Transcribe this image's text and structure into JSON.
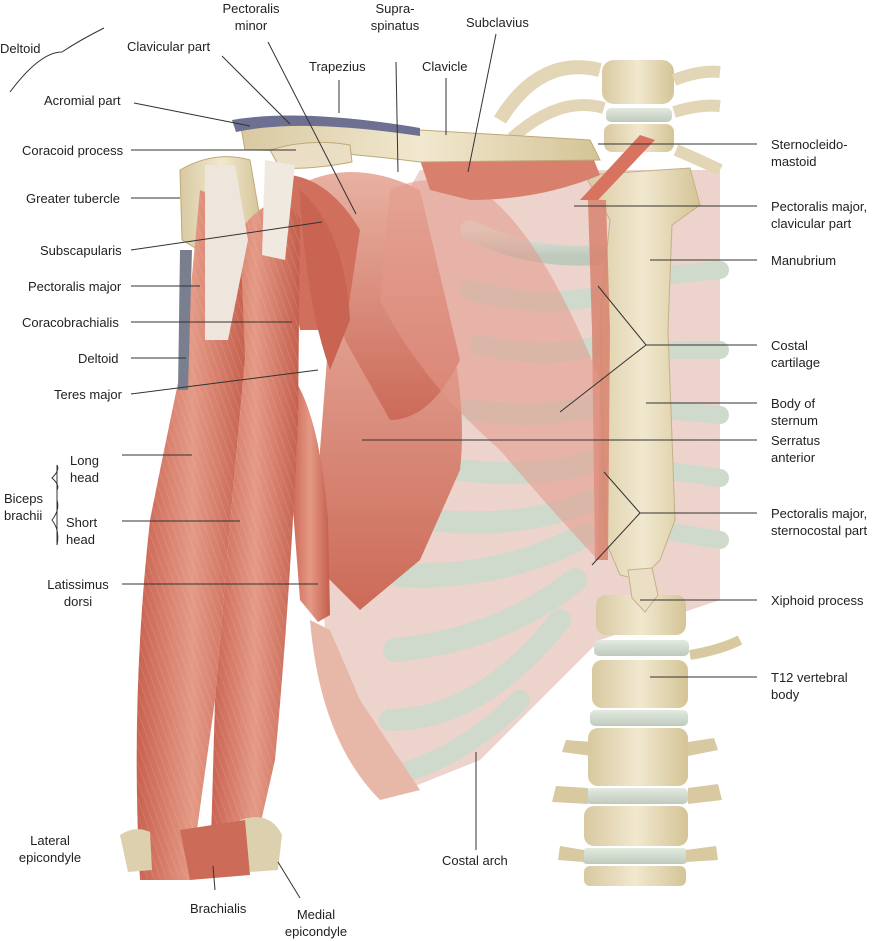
{
  "colors": {
    "muscle": "#d9806e",
    "muscle_dark": "#b9584a",
    "tendon": "#ece3da",
    "bone": "#e7dcbf",
    "bone_dark": "#c9b98e",
    "cartilage": "#d4ded2",
    "leader": "#333333",
    "text": "#222222"
  },
  "labels": {
    "deltoid_group": "Deltoid",
    "acromial_part": "Acromial part",
    "clavicular_part": "Clavicular part",
    "pectoralis_minor": [
      "Pectoralis",
      "minor"
    ],
    "trapezius": "Trapezius",
    "supraspinatus": [
      "Supra-",
      "spinatus"
    ],
    "clavicle": "Clavicle",
    "subclavius": "Subclavius",
    "coracoid_process": "Coracoid process",
    "greater_tubercle": "Greater tubercle",
    "subscapularis": "Subscapularis",
    "pectoralis_major_left": "Pectoralis major",
    "coracobrachialis": "Coracobrachialis",
    "deltoid": "Deltoid",
    "teres_major": "Teres major",
    "biceps_brachii": [
      "Biceps",
      "brachii"
    ],
    "long_head": [
      "Long",
      "head"
    ],
    "short_head": [
      "Short",
      "head"
    ],
    "latissimus_dorsi": [
      "Latissimus",
      "dorsi"
    ],
    "lateral_epicondyle": [
      "Lateral",
      "epicondyle"
    ],
    "brachialis": "Brachialis",
    "medial_epicondyle": [
      "Medial",
      "epicondyle"
    ],
    "costal_arch": "Costal arch",
    "sternocleidomastoid": [
      "Sternocleido-",
      "mastoid"
    ],
    "pectoralis_major_clavicular": [
      "Pectoralis major,",
      "clavicular part"
    ],
    "manubrium": "Manubrium",
    "costal_cartilage": [
      "Costal",
      "cartilage"
    ],
    "body_of_sternum": [
      "Body of",
      "sternum"
    ],
    "serratus_anterior": [
      "Serratus",
      "anterior"
    ],
    "pectoralis_major_sternocostal": [
      "Pectoralis major,",
      "sternocostal part"
    ],
    "xiphoid_process": "Xiphoid process",
    "t12_vertebral_body": [
      "T12 vertebral",
      "body"
    ]
  }
}
